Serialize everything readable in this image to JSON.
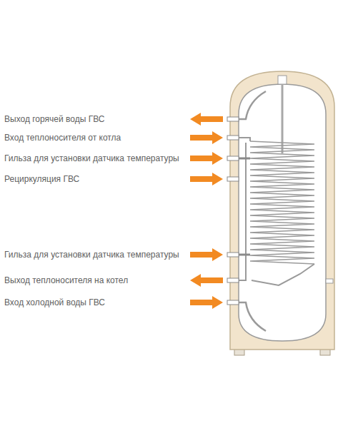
{
  "diagram": {
    "labels": [
      "Выход горячей воды ГВС",
      "Вход теплоносителя от котла",
      "Гильза для установки датчика температуры",
      "Рециркуляция ГВС",
      "Гильза для установки датчика температуры",
      "Выход теплоносителя на котел",
      "Вход холодной воды ГВС"
    ]
  }
}
